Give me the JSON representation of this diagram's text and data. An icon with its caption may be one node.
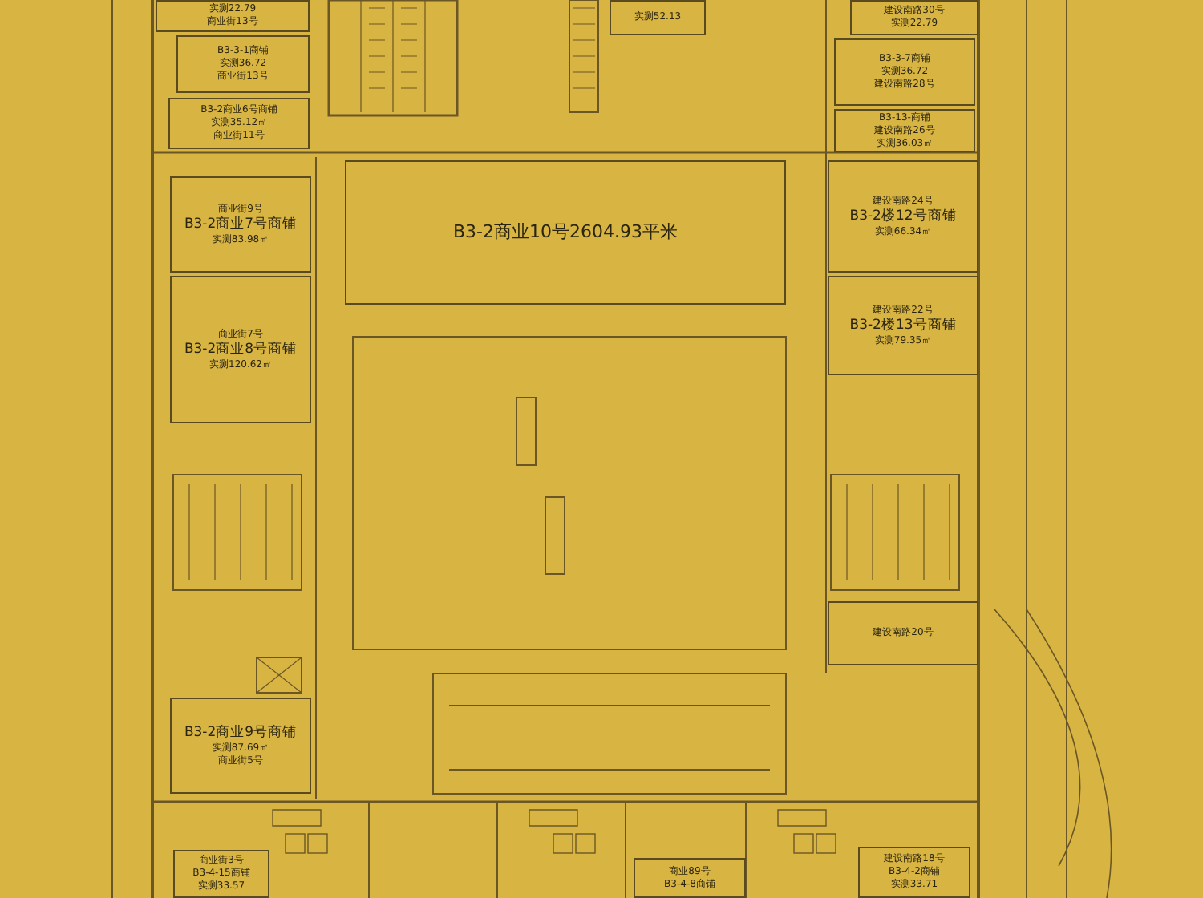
{
  "diagram": {
    "nodes": [
      {
        "text": [
          "实测22.79",
          "商业街13号"
        ]
      },
      {
        "text": [
          "B3-3-1商铺",
          "实测36.72",
          "商业街13号"
        ]
      },
      {
        "text": [
          "B3-2商业6号商铺",
          "实测35.12㎡",
          "商业街11号"
        ]
      },
      {
        "text": [
          "实测52.13"
        ]
      },
      {
        "text": [
          "建设南路30号",
          "实测22.79"
        ]
      },
      {
        "text": [
          "B3-3-7商铺",
          "实测36.72",
          "建设南路28号"
        ]
      },
      {
        "text": [
          "B3-13-商铺",
          "建设南路26号",
          "实测36.03㎡"
        ]
      },
      {
        "text": [
          "商业街9号",
          "B3-2商业7号商铺",
          "实测83.98㎡"
        ]
      },
      {
        "text": [
          "商业街7号",
          "B3-2商业8号商铺",
          "实测120.62㎡"
        ]
      },
      {
        "text": [
          "B3-2商业10号2604.93平米"
        ]
      },
      {
        "text": [
          "建设南路24号",
          "B3-2楼12号商铺",
          "实测66.34㎡"
        ]
      },
      {
        "text": [
          "建设南路22号",
          "B3-2楼13号商铺",
          "实测79.35㎡"
        ]
      },
      {
        "text": [
          "建设南路20号"
        ]
      },
      {
        "text": [
          "B3-2商业9号商铺",
          "实测87.69㎡",
          "商业街5号"
        ]
      },
      {
        "text": [
          "商业街3号",
          "B3-4-15商铺",
          "实测33.57"
        ]
      },
      {
        "text": [
          "商业89号",
          "B3-4-8商铺"
        ]
      },
      {
        "text": [
          "建设南路18号",
          "B3-4-2商铺",
          "实测33.71"
        ]
      }
    ],
    "edges": []
  }
}
